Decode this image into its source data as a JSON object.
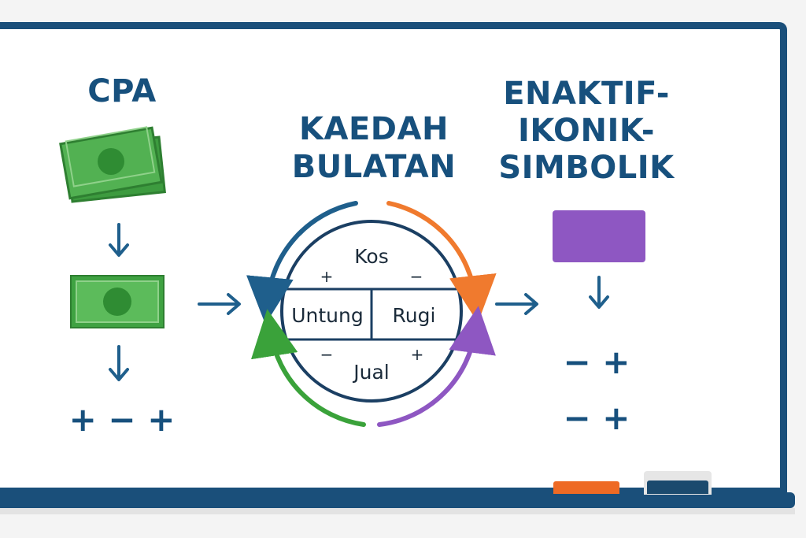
{
  "colors": {
    "navy": "#17507d",
    "frame": "#1a4f7a",
    "money_green": "#4caf50",
    "money_dark": "#2e8b34",
    "purple": "#8e57c2",
    "orange": "#f07a2e",
    "green_arc": "#3aa23a"
  },
  "left": {
    "title": "CPA",
    "symbols": "+ − +"
  },
  "center": {
    "title_line1": "KAEDAH",
    "title_line2": "BULATAN",
    "top_label": "Kos",
    "left_label": "Untung",
    "right_label": "Rugi",
    "bottom_label": "Jual",
    "sign_top_left": "+",
    "sign_top_right": "−",
    "sign_bottom_left": "−",
    "sign_bottom_right": "+"
  },
  "right": {
    "title_line1": "ENAKTIF-",
    "title_line2": "IKONIK-",
    "title_line3": "SIMBOLIK",
    "symbols_row1": "− +",
    "symbols_row2": "− +"
  },
  "icons": [
    "money-stack-icon",
    "banknote-icon",
    "arrow-down-icon",
    "arrow-right-icon",
    "purple-block-icon"
  ]
}
